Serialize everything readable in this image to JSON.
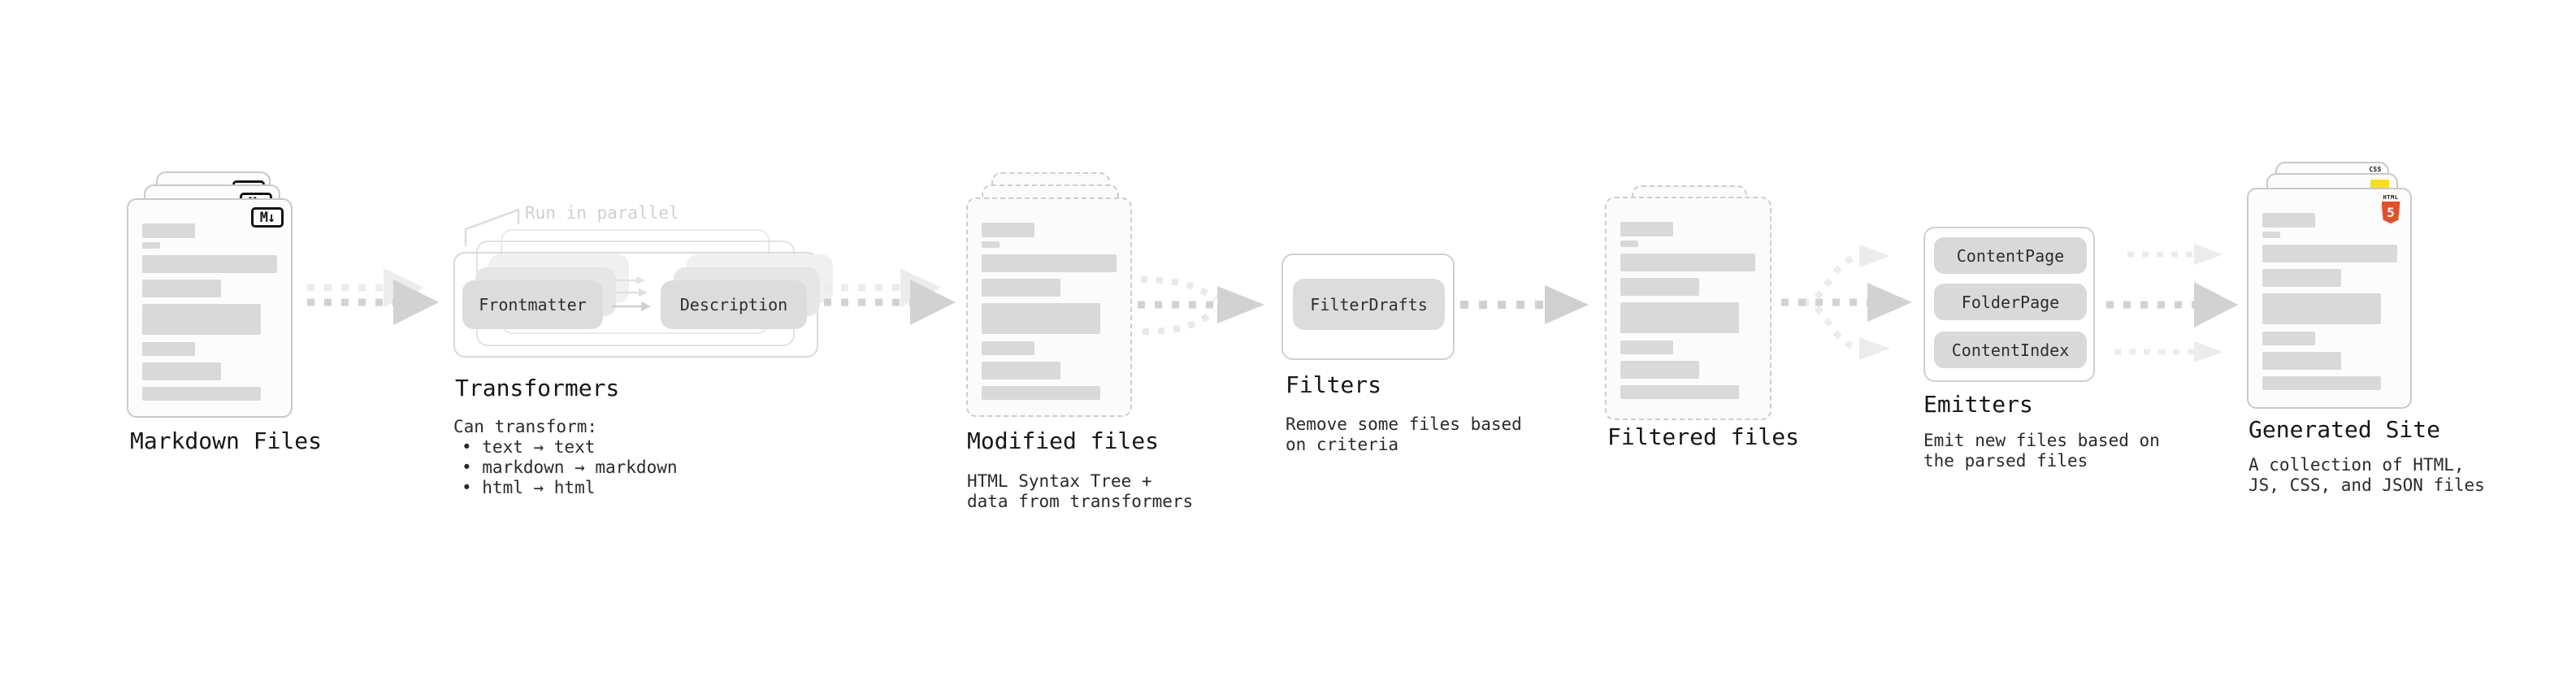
{
  "diagram": {
    "stages": {
      "markdown_files": {
        "label": "Markdown Files",
        "file_badge": "M↓"
      },
      "transformers": {
        "label": "Transformers",
        "annotation": "Run in parallel",
        "chips": [
          "Frontmatter",
          "Description"
        ],
        "note_title": "Can transform:",
        "note_items": [
          "• text → text",
          "• markdown → markdown",
          "• html → html"
        ]
      },
      "modified_files": {
        "label": "Modified files",
        "note_lines": [
          "HTML Syntax Tree +",
          "data from transformers"
        ]
      },
      "filters": {
        "label": "Filters",
        "chips": [
          "FilterDrafts"
        ],
        "note_lines": [
          "Remove some files based",
          "on criteria"
        ]
      },
      "filtered_files": {
        "label": "Filtered files"
      },
      "emitters": {
        "label": "Emitters",
        "chips": [
          "ContentPage",
          "FolderPage",
          "ContentIndex"
        ],
        "note_lines": [
          "Emit new files based on",
          "the parsed files"
        ]
      },
      "generated_site": {
        "label": "Generated Site",
        "note_lines": [
          "A collection of HTML,",
          "JS, CSS, and JSON files"
        ],
        "badges": {
          "html_word": "HTML",
          "html_number": "5",
          "css": "CSS"
        }
      }
    },
    "colors": {
      "html_orange": "#e4502a",
      "js_yellow": "#f7df1e",
      "css_blue": "#2966e3",
      "arrow_dark": "#d2d2d2",
      "arrow_light": "#ececec"
    }
  }
}
